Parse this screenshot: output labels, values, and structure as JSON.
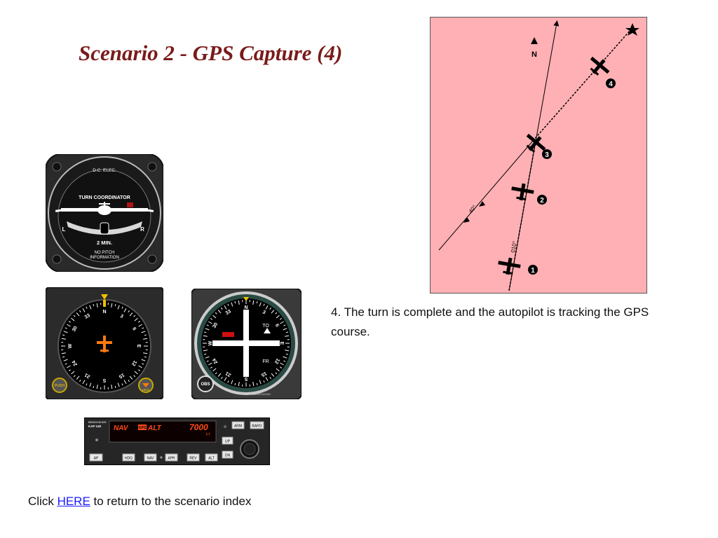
{
  "title": "Scenario 2 - GPS Capture (4)",
  "caption": "4. The turn is complete and the autopilot is tracking the GPS course.",
  "footer": {
    "prefix": "Click ",
    "link": "HERE",
    "suffix": " to return to the scenario index"
  },
  "map": {
    "north_label": "N",
    "course_40": "40°",
    "course_010": "010°",
    "positions": [
      "1",
      "2",
      "3",
      "4"
    ]
  },
  "turn_coordinator": {
    "top_label": "D.C. ELEC.",
    "name": "TURN COORDINATOR",
    "left": "L",
    "right": "R",
    "rate": "2 MIN.",
    "note_1": "NO PITCH",
    "note_2": "INFORMATION"
  },
  "hsi": {
    "cardinals": [
      "N",
      "3",
      "6",
      "E",
      "12",
      "15",
      "S",
      "21",
      "24",
      "W",
      "30",
      "33"
    ],
    "push_label": "PUSH",
    "hdg_label": "HDG"
  },
  "obi": {
    "to": "TO",
    "fr": "FR",
    "obs": "OBS",
    "cardinals": [
      "N",
      "3",
      "6",
      "E",
      "12",
      "15",
      "S",
      "21",
      "24",
      "W",
      "30",
      "33"
    ],
    "maker": "BENDIX/KING"
  },
  "autopilot": {
    "brand": "BENDIX/KING",
    "model": "KAP 140",
    "mode": "NAV",
    "arm_indicator": "GPS",
    "alt_mode": "ALT",
    "altitude": "7000",
    "alt_unit": "FT",
    "buttons": {
      "arm": "ARM",
      "baro": "BARO",
      "up": "UP",
      "dn": "DN",
      "ap": "AP",
      "hdg": "HDG",
      "nav": "NAV",
      "apr": "APR",
      "rev": "REV",
      "alt": "ALT"
    }
  }
}
